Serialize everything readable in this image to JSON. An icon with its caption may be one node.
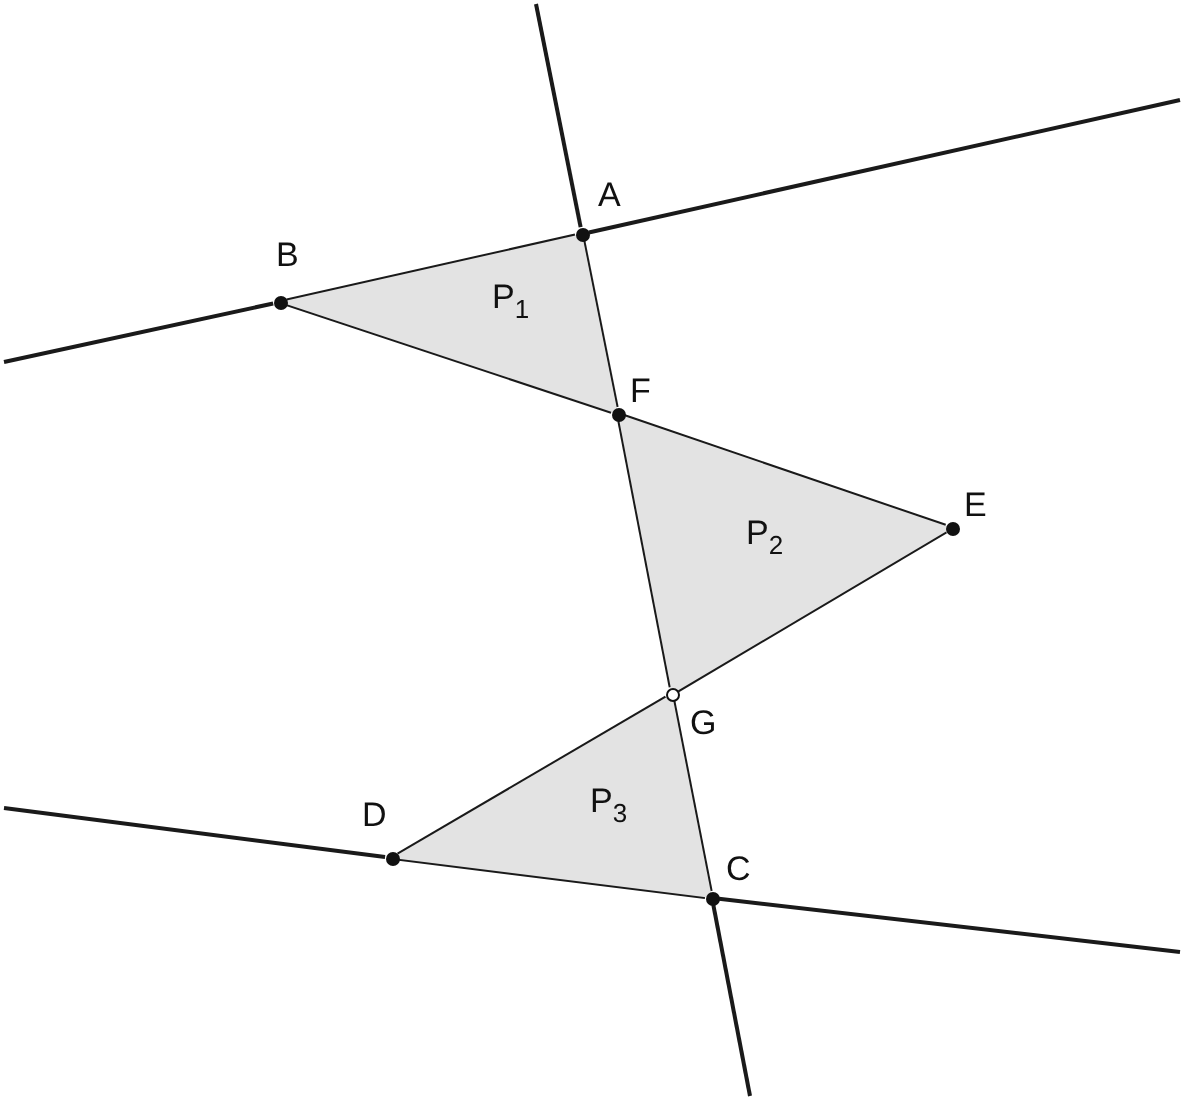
{
  "diagram": {
    "nodes": [
      {
        "text": [
          "A"
        ]
      },
      {
        "text": [
          "B"
        ]
      },
      {
        "text": [
          "F"
        ]
      },
      {
        "text": [
          "E"
        ]
      },
      {
        "text": [
          "G"
        ]
      },
      {
        "text": [
          "D"
        ]
      },
      {
        "text": [
          "C"
        ]
      },
      {
        "text": [
          "P$_{1}$"
        ]
      },
      {
        "text": [
          "P$_{2}$"
        ]
      },
      {
        "text": [
          "P$_{3}$"
        ]
      }
    ],
    "edges": [
      {
        "from": 1,
        "to": 0,
        "arrow": "none"
      },
      {
        "from": 0,
        "to": 2,
        "arrow": "none"
      },
      {
        "from": 1,
        "to": 2,
        "arrow": "none"
      },
      {
        "from": 2,
        "to": 3,
        "arrow": "none"
      },
      {
        "from": 2,
        "to": 4,
        "arrow": "none"
      },
      {
        "from": 3,
        "to": 4,
        "arrow": "none"
      },
      {
        "from": 4,
        "to": 5,
        "arrow": "none"
      },
      {
        "from": 4,
        "to": 6,
        "arrow": "none"
      },
      {
        "from": 5,
        "to": 6,
        "arrow": "none"
      },
      {
        "from": null,
        "to": 1,
        "arrow": "none"
      },
      {
        "from": 0,
        "to": null,
        "arrow": "none"
      },
      {
        "from": null,
        "to": 0,
        "arrow": "none"
      },
      {
        "from": 6,
        "to": null,
        "arrow": "none"
      },
      {
        "from": null,
        "to": 5,
        "arrow": "none"
      },
      {
        "from": 6,
        "to": null,
        "arrow": "none"
      }
    ]
  }
}
